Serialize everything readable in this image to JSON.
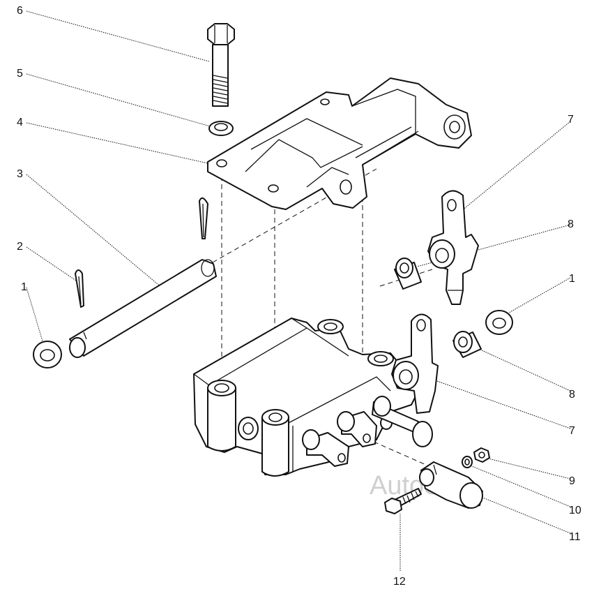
{
  "diagram": {
    "watermark": "AutoSoft",
    "callouts": [
      {
        "id": "c6",
        "label": "6"
      },
      {
        "id": "c5",
        "label": "5"
      },
      {
        "id": "c4",
        "label": "4"
      },
      {
        "id": "c3",
        "label": "3"
      },
      {
        "id": "c2",
        "label": "2"
      },
      {
        "id": "c1-left",
        "label": "1"
      },
      {
        "id": "c7-top",
        "label": "7"
      },
      {
        "id": "c8-top",
        "label": "8"
      },
      {
        "id": "c1-right",
        "label": "1"
      },
      {
        "id": "c8-bottom",
        "label": "8"
      },
      {
        "id": "c7-bottom",
        "label": "7"
      },
      {
        "id": "c9",
        "label": "9"
      },
      {
        "id": "c10",
        "label": "10"
      },
      {
        "id": "c11",
        "label": "11"
      },
      {
        "id": "c12",
        "label": "12"
      }
    ]
  }
}
